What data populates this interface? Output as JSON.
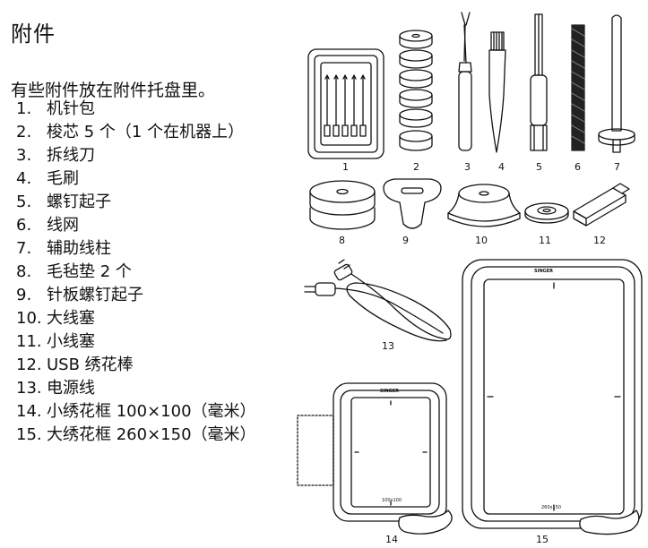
{
  "title": "附件",
  "intro": "有些附件放在附件托盘里。",
  "items": [
    {
      "num": "1.",
      "label": "机针包"
    },
    {
      "num": "2.",
      "label": "梭芯 5 个（1 个在机器上）"
    },
    {
      "num": "3.",
      "label": "拆线刀"
    },
    {
      "num": "4.",
      "label": "毛刷"
    },
    {
      "num": "5.",
      "label": "螺钉起子"
    },
    {
      "num": "6.",
      "label": "线网"
    },
    {
      "num": "7.",
      "label": "辅助线柱"
    },
    {
      "num": "8.",
      "label": "毛毡垫 2 个"
    },
    {
      "num": "9.",
      "label": "针板螺钉起子"
    },
    {
      "num": "10.",
      "label": "大线塞"
    },
    {
      "num": "11.",
      "label": "小线塞"
    },
    {
      "num": "12.",
      "label": "USB 绣花棒"
    },
    {
      "num": "13.",
      "label": "电源线"
    },
    {
      "num": "14.",
      "label": "小绣花框 100×100（毫米）"
    },
    {
      "num": "15.",
      "label": "大绣花框 260×150（毫米）"
    }
  ],
  "figure_labels": [
    "1",
    "2",
    "3",
    "4",
    "5",
    "6",
    "7",
    "8",
    "9",
    "10",
    "11",
    "12",
    "13",
    "14",
    "15"
  ],
  "hoop_small": {
    "brand": "SINGER",
    "size": "100x100"
  },
  "hoop_large": {
    "brand": "SINGER",
    "size": "260x150"
  }
}
